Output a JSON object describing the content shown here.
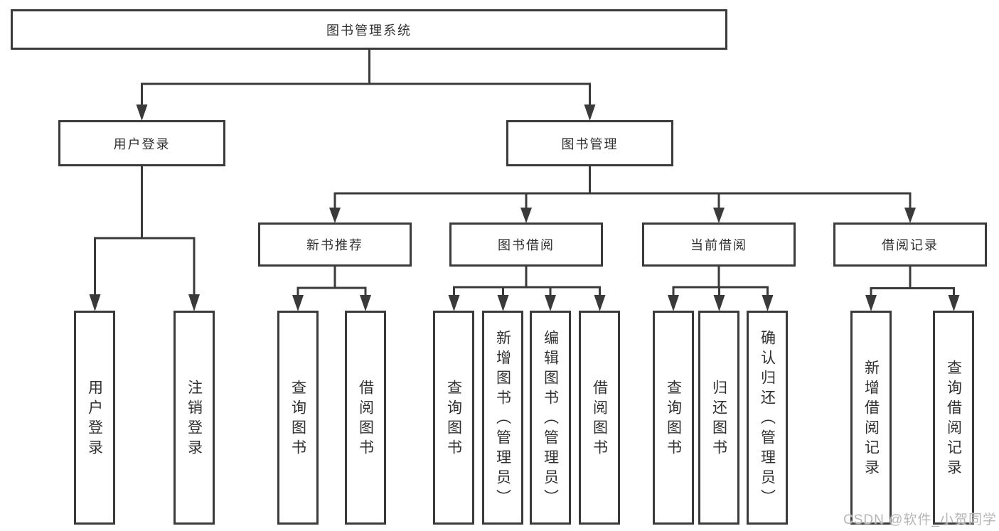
{
  "colors": {
    "background": "#ffffff",
    "line": "#3a3a3a",
    "box_border": "#3a3a3a",
    "text": "#303030",
    "watermark": "#b5b5b5"
  },
  "watermark": "CSDN @软件_小贺同学",
  "nodes": {
    "root": "图书管理系统",
    "user_login": "用户登录",
    "book_management": "图书管理",
    "new_book_recommend": "新书推荐",
    "book_borrowing": "图书借阅",
    "current_borrowing": "当前借阅",
    "borrowing_records": "借阅记录",
    "leaf_user_login": "用户登录",
    "leaf_logout": "注销登录",
    "leaf_rec_query_books": "查询图书",
    "leaf_rec_borrow_books": "借阅图书",
    "leaf_bor_query_books": "查询图书",
    "leaf_bor_add_books": "新增图书（管理员）",
    "leaf_bor_edit_books": "编辑图书（管理员）",
    "leaf_bor_borrow_books": "借阅图书",
    "leaf_cur_query_books": "查询图书",
    "leaf_cur_return_books": "归还图书",
    "leaf_cur_confirm_return": "确认归还（管理员）",
    "leaf_log_add_record": "新增借阅记录",
    "leaf_log_query_record": "查询借阅记录"
  },
  "edges": [
    [
      "图书管理系统",
      "用户登录"
    ],
    [
      "图书管理系统",
      "图书管理"
    ],
    [
      "用户登录",
      "用户登录"
    ],
    [
      "用户登录",
      "注销登录"
    ],
    [
      "图书管理",
      "新书推荐"
    ],
    [
      "图书管理",
      "图书借阅"
    ],
    [
      "图书管理",
      "当前借阅"
    ],
    [
      "图书管理",
      "借阅记录"
    ],
    [
      "新书推荐",
      "查询图书"
    ],
    [
      "新书推荐",
      "借阅图书"
    ],
    [
      "图书借阅",
      "查询图书"
    ],
    [
      "图书借阅",
      "新增图书（管理员）"
    ],
    [
      "图书借阅",
      "编辑图书（管理员）"
    ],
    [
      "图书借阅",
      "借阅图书"
    ],
    [
      "当前借阅",
      "查询图书"
    ],
    [
      "当前借阅",
      "归还图书"
    ],
    [
      "当前借阅",
      "确认归还（管理员）"
    ],
    [
      "借阅记录",
      "新增借阅记录"
    ],
    [
      "借阅记录",
      "查询借阅记录"
    ]
  ]
}
